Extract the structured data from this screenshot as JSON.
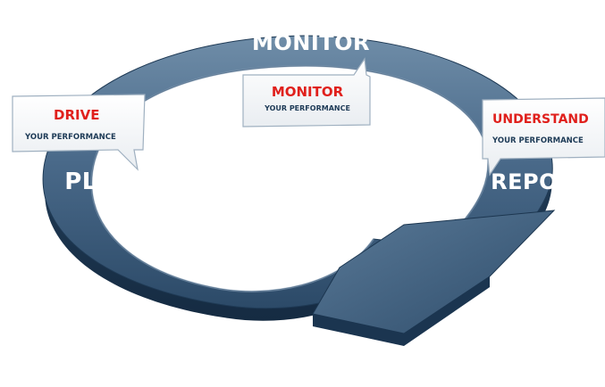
{
  "cycle": {
    "stages": [
      {
        "id": "monitor",
        "label": "MONITOR"
      },
      {
        "id": "plan",
        "label": "PLAN"
      },
      {
        "id": "report",
        "label": "REPORT"
      }
    ],
    "callouts": [
      {
        "id": "drive",
        "title": "DRIVE",
        "subtitle": "YOUR PERFORMANCE"
      },
      {
        "id": "monitor",
        "title": "MONITOR",
        "subtitle": "YOUR PERFORMANCE"
      },
      {
        "id": "understand",
        "title": "UNDERSTAND",
        "subtitle": "YOUR PERFORMANCE"
      }
    ]
  },
  "colors": {
    "ring_top": "#5f7f9c",
    "ring_mid": "#3c5c7c",
    "ring_dark": "#223f5b",
    "callout_title": "#e0201c",
    "callout_sub": "#1e3b57"
  }
}
